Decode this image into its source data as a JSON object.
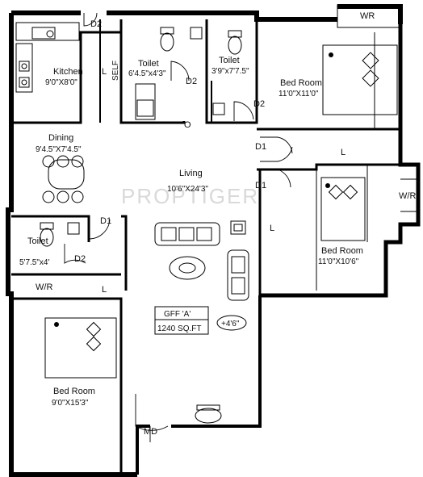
{
  "rooms": {
    "kitchen": {
      "name": "Kitchen",
      "size": "9'0\"X8'0\""
    },
    "toilet_top_left": {
      "name": "Toilet",
      "size": "6'4.5\"x4'3\""
    },
    "toilet_top_right": {
      "name": "Toilet",
      "size": "3'9\"x7'7.5\""
    },
    "bedroom_top_right": {
      "name": "Bed Room",
      "size": "11'0\"X11'0\""
    },
    "dining": {
      "name": "Dining",
      "size": "9'4.5\"X7'4.5\""
    },
    "living": {
      "name": "Living",
      "size": "10'6\"X24'3\""
    },
    "bedroom_right": {
      "name": "Bed Room",
      "size": "11'0\"X10'6\""
    },
    "toilet_left": {
      "name": "Toilet",
      "size": "5'7.5\"x4'"
    },
    "bedroom_bottom_left": {
      "name": "Bed Room",
      "size": "9'0\"X15'3\""
    }
  },
  "labels": {
    "wr_top": "WR",
    "wr_right": "W/R",
    "wr_left": "W/R",
    "self": "SELF",
    "d2_top": "D2",
    "d2_toilet1": "D2",
    "d2_toilet2": "D2",
    "d2_left": "D2",
    "d1_a": "D1",
    "d1_b": "D1",
    "d1_left": "D1",
    "md": "MD",
    "l_kitchen": "L",
    "l_bed1": "L",
    "l_bed2": "L",
    "l_bed3": "L",
    "o_mark": "O"
  },
  "unit_info": {
    "code": "GFF 'A'",
    "area": "1240 SQ.FT",
    "level": "+4'6\""
  },
  "watermark": "PROPTIGER"
}
